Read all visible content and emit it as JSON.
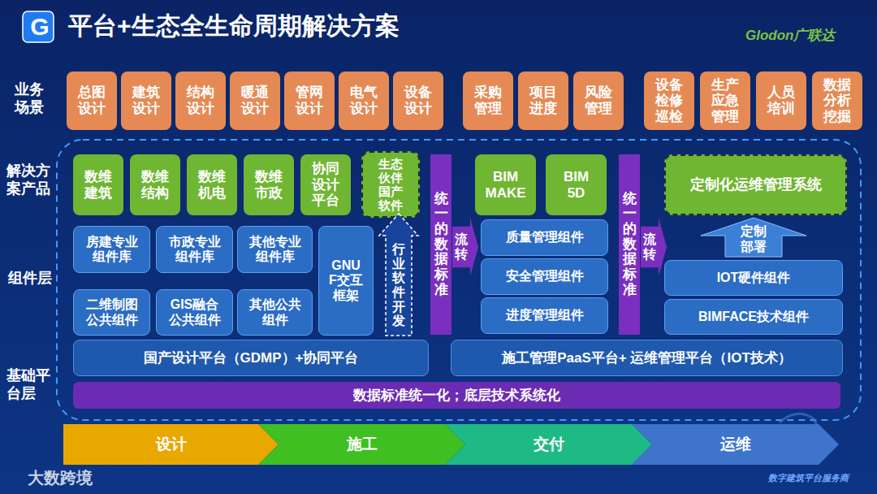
{
  "diagram": {
    "title": "平台+生态全生命周期解决方案",
    "nodes": [
      {
        "text": [
          "总图设计"
        ]
      },
      {
        "text": [
          "建筑设计"
        ]
      },
      {
        "text": [
          "结构设计"
        ]
      },
      {
        "text": [
          "暖通设计"
        ]
      },
      {
        "text": [
          "管网设计"
        ]
      },
      {
        "text": [
          "电气设计"
        ]
      },
      {
        "text": [
          "设备设计"
        ]
      },
      {
        "text": [
          "采购管理"
        ]
      },
      {
        "text": [
          "项目进度"
        ]
      },
      {
        "text": [
          "风险管理"
        ]
      },
      {
        "text": [
          "设备检修巡检"
        ]
      },
      {
        "text": [
          "生产应急管理"
        ]
      },
      {
        "text": [
          "人员培训"
        ]
      },
      {
        "text": [
          "数据分析挖掘"
        ]
      },
      {
        "text": [
          "数维建筑"
        ]
      },
      {
        "text": [
          "数维结构"
        ]
      },
      {
        "text": [
          "数维机电"
        ]
      },
      {
        "text": [
          "数维市政"
        ]
      },
      {
        "text": [
          "协同设计平台"
        ]
      },
      {
        "text": [
          "生态伙伴国产软件"
        ]
      },
      {
        "text": [
          "统一的数据标准"
        ]
      },
      {
        "text": [
          "BIM MAKE"
        ]
      },
      {
        "text": [
          "BIM 5D"
        ]
      },
      {
        "text": [
          "统一的数据标准"
        ]
      },
      {
        "text": [
          "定制化运维管理系统"
        ]
      },
      {
        "text": [
          "房建专业组件库"
        ]
      },
      {
        "text": [
          "市政专业组件库"
        ]
      },
      {
        "text": [
          "其他专业组件库"
        ]
      },
      {
        "text": [
          "GNUF交互框架"
        ]
      },
      {
        "text": [
          "行业软件开发"
        ]
      },
      {
        "text": [
          "流转"
        ]
      },
      {
        "text": [
          "质量管理组件"
        ]
      },
      {
        "text": [
          "安全管理组件"
        ]
      },
      {
        "text": [
          "进度管理组件"
        ]
      },
      {
        "text": [
          "流转"
        ]
      },
      {
        "text": [
          "定制部署"
        ]
      },
      {
        "text": [
          "IOT硬件组件"
        ]
      },
      {
        "text": [
          "BIMFACE技术组件"
        ]
      },
      {
        "text": [
          "二维制图公共组件"
        ]
      },
      {
        "text": [
          "GIS融合公共组件"
        ]
      },
      {
        "text": [
          "其他公共组件"
        ]
      },
      {
        "text": [
          "国产设计平台（GDMP）+协同平台"
        ]
      },
      {
        "text": [
          "施工管理PaaS平台+ 运维管理平台（IOT技术）"
        ]
      },
      {
        "text": [
          "数据标准统一化；底层技术系统化"
        ]
      },
      {
        "text": [
          "设计"
        ]
      },
      {
        "text": [
          "施工"
        ]
      },
      {
        "text": [
          "交付"
        ]
      },
      {
        "text": [
          "运维"
        ]
      }
    ],
    "labels": [
      "G",
      "Glodon广联达",
      "业务场景",
      "解决方案产品",
      "组件层",
      "基础平台层",
      "大数跨境",
      "数字建筑平台服务商"
    ]
  }
}
